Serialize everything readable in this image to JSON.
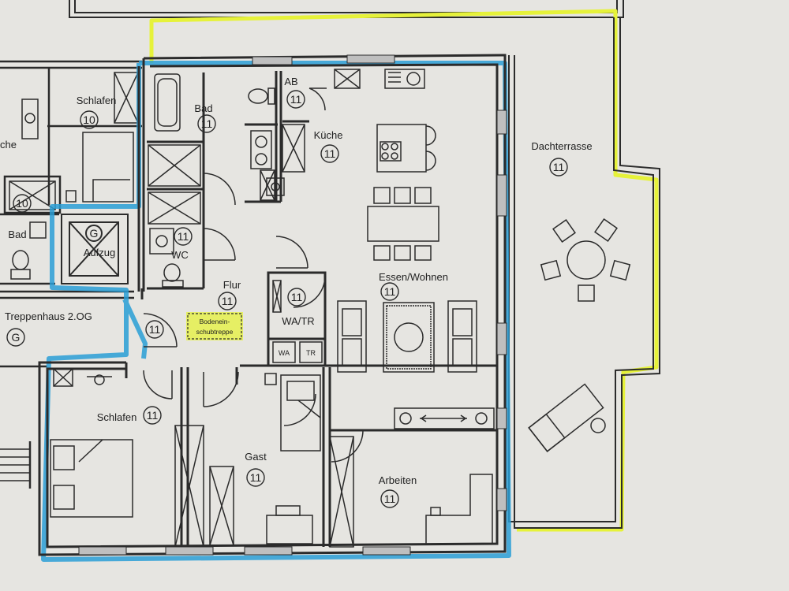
{
  "colors": {
    "paper": "#e8e7e3",
    "ink": "#2b2b2b",
    "blue_highlight": "#2a9fd6",
    "yellow_highlight": "#e6f23a"
  },
  "rooms": {
    "schlafen_top": {
      "name": "Schlafen",
      "number": "10"
    },
    "kueche_left": {
      "name": "che"
    },
    "bad_left": {
      "name": "Bad",
      "number": "10"
    },
    "aufzug": {
      "name": "Aufzug",
      "symbol": "G"
    },
    "treppenhaus": {
      "name": "Treppenhaus 2.OG",
      "symbol": "G"
    },
    "bad": {
      "name": "Bad",
      "number": "11"
    },
    "ab": {
      "name": "AB",
      "number": "11"
    },
    "kueche": {
      "name": "Küche",
      "number": "11"
    },
    "wc": {
      "name": "WC",
      "number": "11"
    },
    "flur": {
      "name": "Flur",
      "number": "11"
    },
    "flur_entry": {
      "number": "11"
    },
    "boden": {
      "line1": "Bodenein-",
      "line2": "schubtreppe"
    },
    "watr": {
      "name": "WA/TR",
      "number": "11",
      "wa": "WA",
      "tr": "TR"
    },
    "essen": {
      "name": "Essen/Wohnen",
      "number": "11"
    },
    "dachterrasse": {
      "name": "Dachterrasse",
      "number": "11"
    },
    "schlafen": {
      "name": "Schlafen",
      "number": "11"
    },
    "gast": {
      "name": "Gast",
      "number": "11"
    },
    "arbeiten": {
      "name": "Arbeiten",
      "number": "11"
    }
  }
}
